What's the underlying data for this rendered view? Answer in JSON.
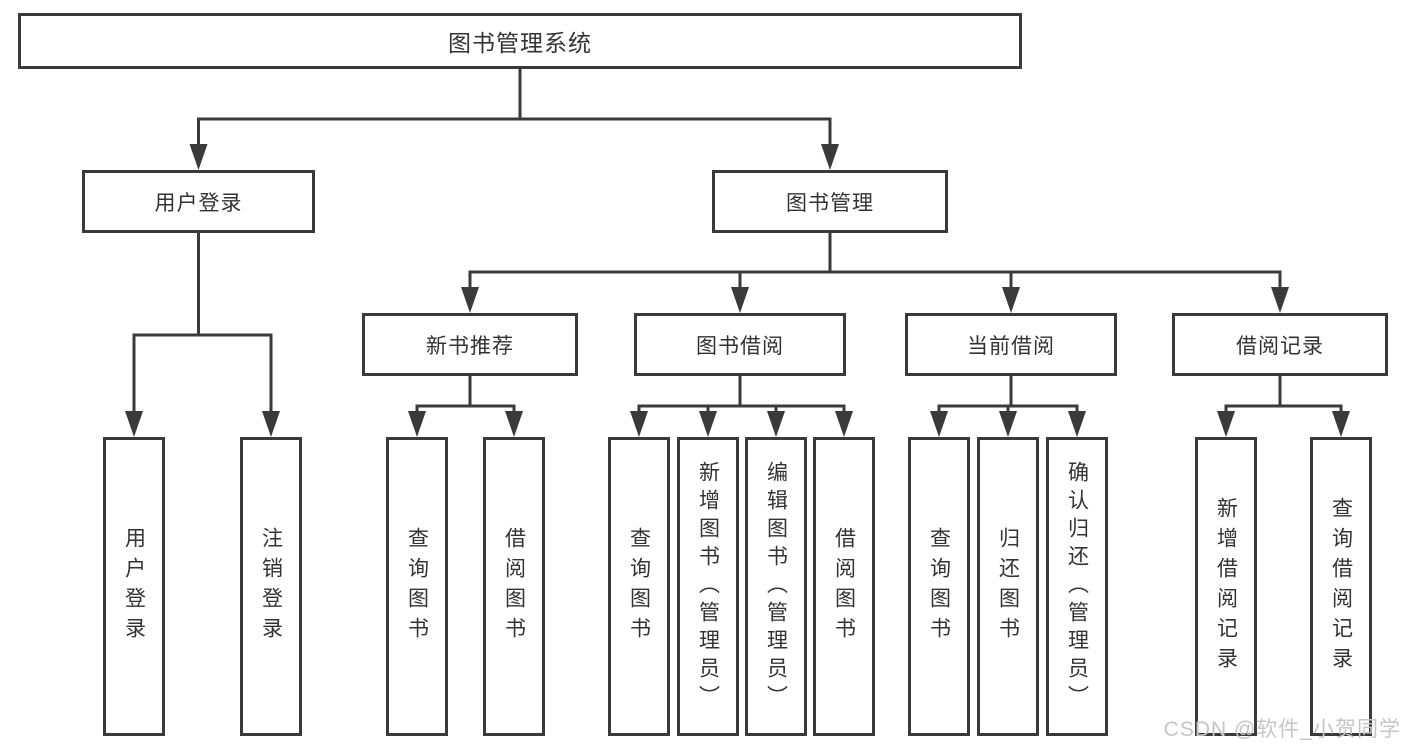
{
  "diagram": {
    "title": "图书管理系统",
    "level2": {
      "user_login": "用户登录",
      "book_mgmt": "图书管理"
    },
    "level3": {
      "new_book_rec": "新书推荐",
      "book_borrow": "图书借阅",
      "current_borrow": "当前借阅",
      "borrow_record": "借阅记录"
    },
    "leaves": {
      "user_login": "用户登录",
      "logout": "注销登录",
      "rec_query_book": "查询图书",
      "rec_borrow_book": "借阅图书",
      "bor_query_book": "查询图书",
      "bor_add_book": "新增图书（管理员）",
      "bor_edit_book": "编辑图书（管理员）",
      "bor_borrow_book": "借阅图书",
      "cur_query_book": "查询图书",
      "cur_return_book": "归还图书",
      "cur_confirm_return": "确认归还（管理员）",
      "rec2_add_record": "新增借阅记录",
      "rec2_query_record": "查询借阅记录"
    }
  },
  "watermark": {
    "text": "CSDN @软件_小贺同学",
    "color": "#c5c5c5"
  },
  "colors": {
    "line": "#3a3a3a",
    "text": "#333333",
    "background": "#ffffff"
  }
}
